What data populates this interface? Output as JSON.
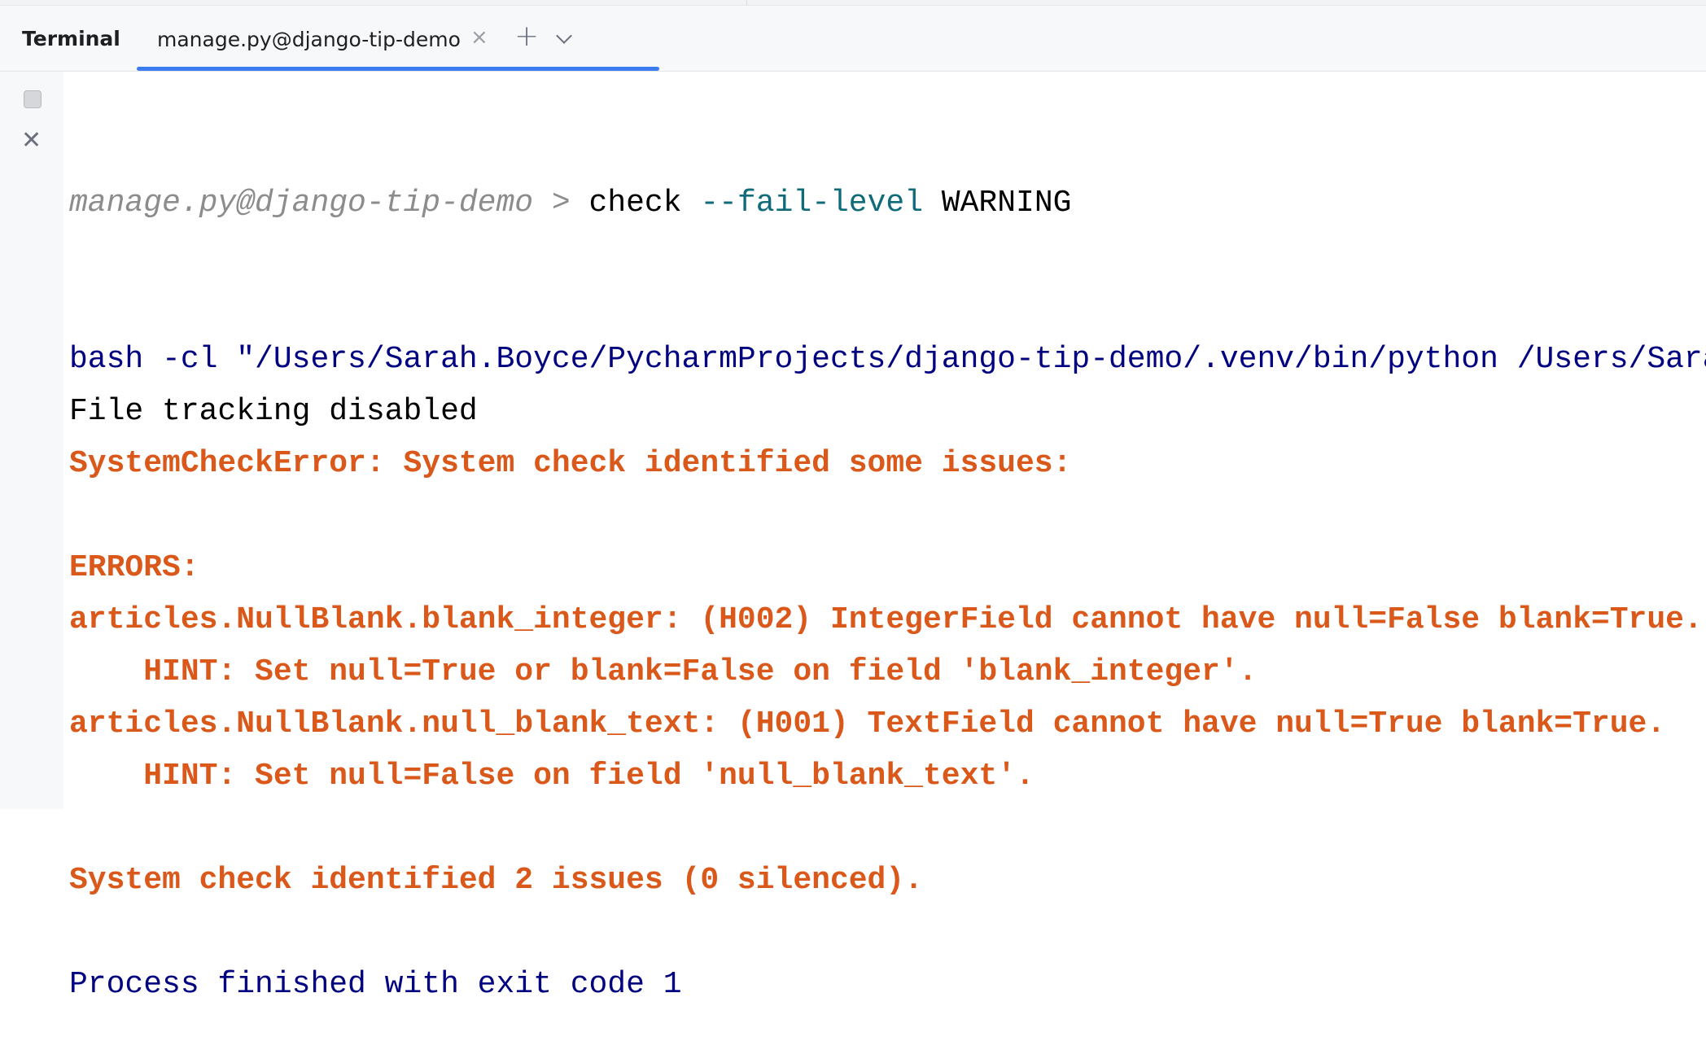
{
  "panel": {
    "title": "Terminal"
  },
  "tab": {
    "label": "manage.py@django-tip-demo",
    "close": "×",
    "add": "+"
  },
  "terminal": {
    "prompt": "manage.py@django-tip-demo",
    "prompt_sep": " > ",
    "command": "check",
    "flag": " --fail-level",
    "arg": " WARNING",
    "lines": [
      {
        "text": "bash -cl \"/Users/Sarah.Boyce/PycharmProjects/django-tip-demo/.venv/bin/python /Users/Sarah.Boyce/PycharmProjects/django-tip-demo/manage.py check --fail-level WARNING\"",
        "style": "navy"
      },
      {
        "text": "File tracking disabled",
        "style": "plain"
      },
      {
        "text": "SystemCheckError: System check identified some issues:",
        "style": "err"
      },
      {
        "text": "",
        "style": "err"
      },
      {
        "text": "ERRORS:",
        "style": "err"
      },
      {
        "text": "articles.NullBlank.blank_integer: (H002) IntegerField cannot have null=False blank=True.",
        "style": "err"
      },
      {
        "text": "\tHINT: Set null=True or blank=False on field 'blank_integer'.",
        "style": "err"
      },
      {
        "text": "articles.NullBlank.null_blank_text: (H001) TextField cannot have null=True blank=True.",
        "style": "err"
      },
      {
        "text": "\tHINT: Set null=False on field 'null_blank_text'.",
        "style": "err"
      },
      {
        "text": "",
        "style": "err"
      },
      {
        "text": "System check identified 2 issues (0 silenced).",
        "style": "err"
      },
      {
        "text": "",
        "style": "plain"
      },
      {
        "text": "Process finished with exit code 1",
        "style": "navy"
      }
    ]
  },
  "colors": {
    "error": "#d9581a",
    "navy": "#000080",
    "accent": "#3d7bf0"
  }
}
